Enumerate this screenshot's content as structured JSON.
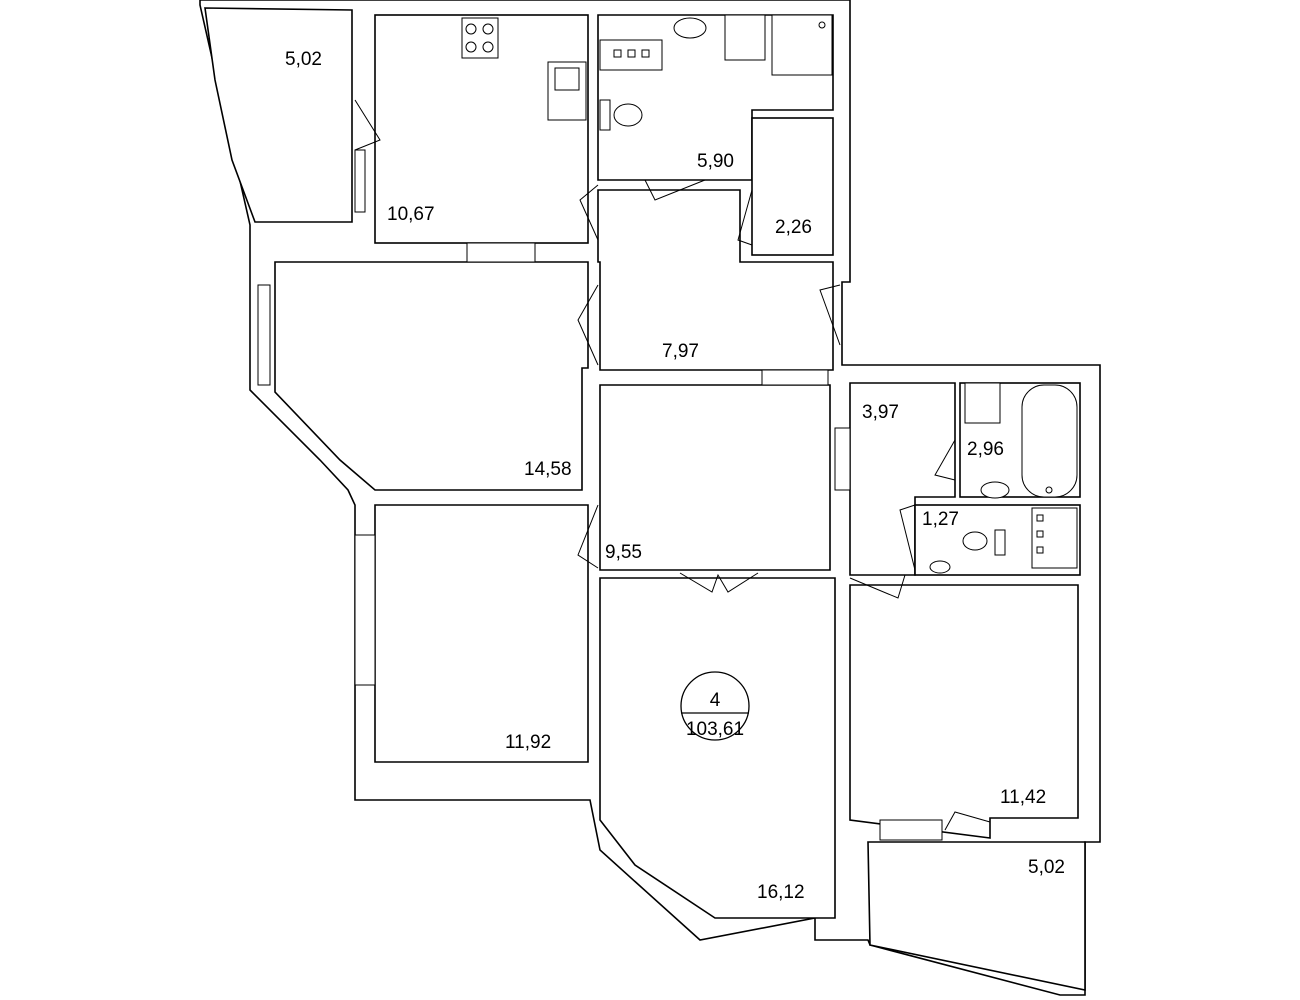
{
  "apartment": {
    "rooms_count": "4",
    "total_area": "103,61"
  },
  "rooms": [
    {
      "name": "balcony-top",
      "area": "5,02"
    },
    {
      "name": "kitchen",
      "area": "10,67"
    },
    {
      "name": "bathroom",
      "area": "5,90"
    },
    {
      "name": "closet",
      "area": "2,26"
    },
    {
      "name": "hall",
      "area": "7,97"
    },
    {
      "name": "room-top-left",
      "area": "14,58"
    },
    {
      "name": "corridor",
      "area": "3,97"
    },
    {
      "name": "bath-2",
      "area": "2,96"
    },
    {
      "name": "wc",
      "area": "1,27"
    },
    {
      "name": "hall-2",
      "area": "9,55"
    },
    {
      "name": "room-bottom-left",
      "area": "11,92"
    },
    {
      "name": "room-right",
      "area": "11,42"
    },
    {
      "name": "balcony-bottom",
      "area": "5,02"
    },
    {
      "name": "room-bottom",
      "area": "16,12"
    }
  ]
}
